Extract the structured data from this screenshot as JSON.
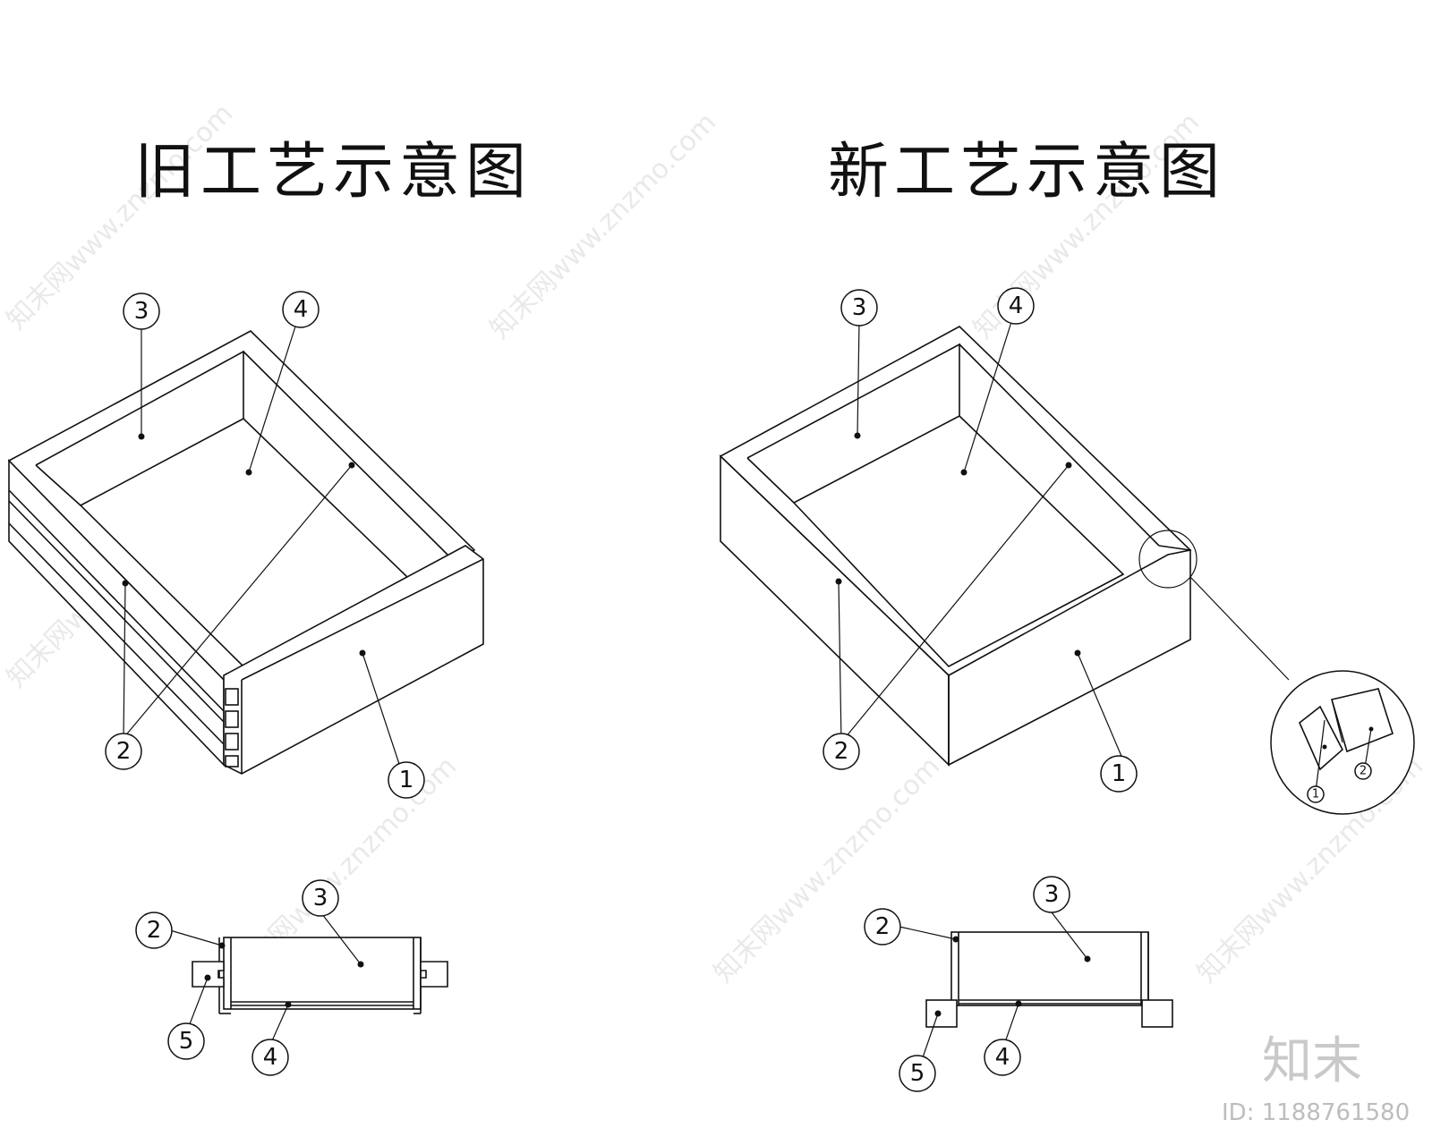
{
  "diagram": {
    "left_title": "旧工艺示意图",
    "right_title": "新工艺示意图",
    "callout_labels": {
      "c1": "1",
      "c2": "2",
      "c3": "3",
      "c4": "4",
      "c5": "5"
    },
    "detail_labels": {
      "d1": "1",
      "d2": "2"
    }
  },
  "watermark": {
    "text": "知末网www.znzmo.com",
    "brand": "知末",
    "id_text": "ID: 1188761580"
  }
}
